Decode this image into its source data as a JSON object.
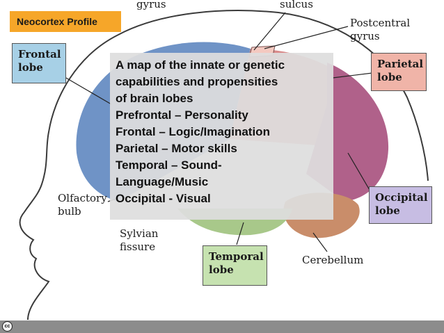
{
  "badge": "Neocortex Profile",
  "labels": {
    "gyrus": "gyrus",
    "sulcus": "sulcus",
    "postcentral": [
      "Postcentral",
      "gyrus"
    ],
    "olfactory": [
      "Olfactory",
      "bulb"
    ],
    "sylvian": [
      "Sylvian",
      "fissure"
    ],
    "cerebellum": "Cerebellum"
  },
  "boxes": {
    "frontal": [
      "Frontal",
      "lobe"
    ],
    "parietal": [
      "Parietal",
      "lobe"
    ],
    "occipital": [
      "Occipital",
      "lobe"
    ],
    "temporal": [
      "Temporal",
      "lobe"
    ]
  },
  "overlay": [
    "A map of the innate or genetic",
    "capabilities and propensities",
    "of brain lobes",
    "Prefrontal – Personality",
    "Frontal – Logic/Imagination",
    "Parietal – Motor skills",
    "Temporal – Sound-",
    "Language/Music",
    "Occipital - Visual"
  ],
  "footer": {
    "icon": "cc",
    "icon_name": "creative-commons-icon"
  },
  "colors": {
    "badge": "#f6a629",
    "frontal_box": "#a7d0e6",
    "parietal_box": "#f0b4a8",
    "occipital_box": "#c7bde3",
    "temporal_box": "#c6e2b0",
    "frontal_lobe": "#6f93c6",
    "parietal_lobe": "#d98b8b",
    "occipital_lobe": "#b0618a",
    "temporal_lobe": "#a8c88a",
    "cerebellum": "#c98d6a"
  }
}
